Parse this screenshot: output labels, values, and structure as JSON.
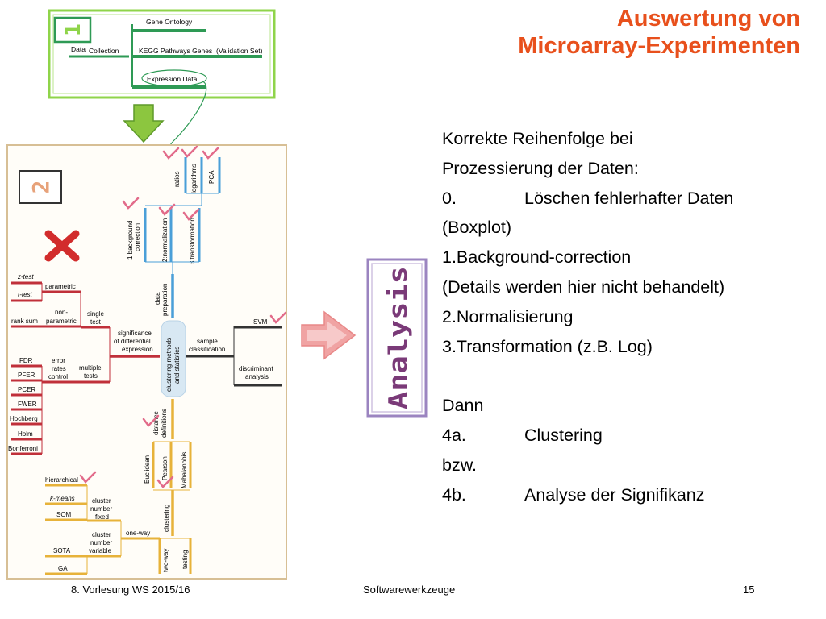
{
  "slide": {
    "title_line1": "Auswertung von",
    "title_line2": "Microarray-Experimenten",
    "body_lines": [
      {
        "text": "Korrekte Reihenfolge bei"
      },
      {
        "text": "Prozessierung der Daten:"
      },
      {
        "num": "0.",
        "text": "Löschen fehlerhafter Daten"
      },
      {
        "text": "(Boxplot)"
      },
      {
        "text": "1.Background-correction"
      },
      {
        "text": "(Details werden hier nicht behandelt)"
      },
      {
        "text": "2.Normalisierung"
      },
      {
        "text": "3.Transformation (z.B. Log)"
      },
      {
        "text": ""
      },
      {
        "text": "Dann"
      },
      {
        "num": "4a.",
        "text": "Clustering"
      },
      {
        "text": "bzw."
      },
      {
        "num": "4b.",
        "text": "Analyse der Signifikanz"
      }
    ]
  },
  "footer": {
    "left": "8. Vorlesung WS 2015/16",
    "center": "Softwarewerkzeuge",
    "page": "15"
  },
  "analysis_label": "Analysis",
  "panel1": {
    "badge": "1",
    "data": "Data",
    "collection": "Collection",
    "gene_ontology": "Gene Ontology",
    "kegg": "KEGG Pathways Genes",
    "validation": "(Validation Set)",
    "expression": "Expression Data"
  },
  "panel2": {
    "badge": "2",
    "ratios": "ratios",
    "logarithms": "logarithms",
    "pca": "PCA",
    "background_correction_1": "1:background",
    "background_correction_2": "correction",
    "normalization": "2:normalization",
    "transformation": "3:transformation",
    "data_prep_1": "data",
    "data_prep_2": "preparation",
    "z_test": "z-test",
    "t_test": "t-test",
    "rank_sum": "rank sum",
    "parametric": "parametric",
    "non_parametric_1": "non-",
    "non_parametric_2": "parametric",
    "single_test_1": "single",
    "single_test_2": "test",
    "significance_1": "significance",
    "significance_2": "of differential",
    "significance_3": "expression",
    "clustering_methods_1": "clustering methods",
    "clustering_methods_2": "and statistics",
    "sample_class_1": "sample",
    "sample_class_2": "classification",
    "svm": "SVM",
    "discriminant_1": "discriminant",
    "discriminant_2": "analysis",
    "fdr": "FDR",
    "pfer": "PFER",
    "pcer": "PCER",
    "fwer": "FWER",
    "hochberg": "Hochberg",
    "holm": "Holm",
    "bonferroni": "Bonferroni",
    "error_rates_1": "error",
    "error_rates_2": "rates",
    "error_rates_3": "control",
    "multiple_tests_1": "multiple",
    "multiple_tests_2": "tests",
    "distance_1": "distance",
    "distance_2": "definitions",
    "euclidean": "Euclidean",
    "pearson": "Pearson",
    "mahalanobis": "Mahalanobis",
    "hierarchical": "hierarchical",
    "kmeans": "k-means",
    "som": "SOM",
    "sota": "SOTA",
    "ga": "GA",
    "cluster_fixed_1": "cluster",
    "cluster_fixed_2": "number",
    "cluster_fixed_3": "fixed",
    "cluster_var_1": "cluster",
    "cluster_var_2": "number",
    "cluster_var_3": "variable",
    "one_way": "one-way",
    "clustering": "clustering",
    "two_way": "two-way",
    "testing": "testing"
  },
  "colors": {
    "title": "#e8501c",
    "panel1_border": "#8fd44a",
    "panel1_line": "#2e9a55",
    "panel2_border": "#d7bf95",
    "red_bar": "#c0303a",
    "blue_bar": "#4a9fd8",
    "yellow_bar": "#e7b23a",
    "dark_bar": "#333333",
    "arrow_green": "#8cc63f",
    "arrow_pink": "#f0a3a3",
    "analysis_text": "#7a3a78",
    "analysis_border": "#9b84c0"
  }
}
